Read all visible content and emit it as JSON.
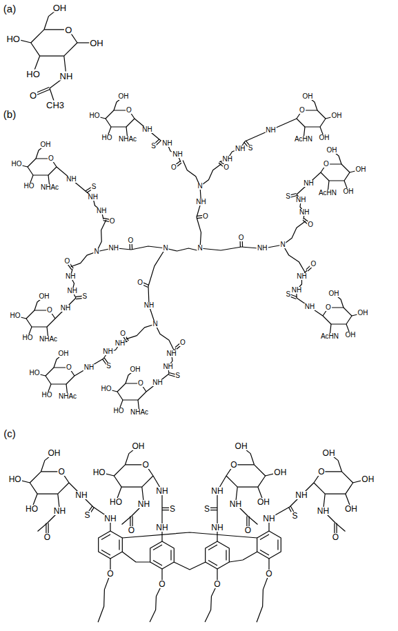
{
  "diagram": {
    "labels": [
      "(a)",
      "OH",
      "HO",
      "HO",
      "O",
      "NH",
      "OH",
      "O",
      "CH3",
      "(b)",
      "N",
      "N",
      "O",
      "NH",
      "N",
      "O",
      "NH",
      "NH",
      "S",
      "NH",
      "OH",
      "HO",
      "HO",
      "O",
      "NHAc",
      "O",
      "NH",
      "NH",
      "S",
      "NH",
      "OH",
      "OH",
      "OH",
      "O",
      "AcHN",
      "O",
      "NH",
      "N",
      "O",
      "NH",
      "NH",
      "S",
      "NH",
      "OH",
      "HO",
      "HO",
      "O",
      "NHAc",
      "O",
      "NH",
      "NH",
      "S",
      "NH",
      "OH",
      "HO",
      "HO",
      "O",
      "NHAc",
      "O",
      "NH",
      "N",
      "O",
      "NH",
      "NH",
      "S",
      "NH",
      "OH",
      "OH",
      "OH",
      "O",
      "AcHN",
      "O",
      "NH",
      "NH",
      "S",
      "NH",
      "OH",
      "OH",
      "OH",
      "O",
      "AcHN",
      "O",
      "NH",
      "N",
      "O",
      "NH",
      "NH",
      "S",
      "NH",
      "OH",
      "HO",
      "HO",
      "O",
      "NHAc",
      "O",
      "NH",
      "NH",
      "S",
      "NH",
      "OH",
      "HO",
      "HO",
      "O",
      "NHAc",
      "(c)",
      "NH",
      "S",
      "NH",
      "OH",
      "HO",
      "HO",
      "O",
      "NH",
      "O",
      "NH",
      "S",
      "NH",
      "OH",
      "HO",
      "HO",
      "O",
      "NH",
      "O",
      "NH",
      "S",
      "NH",
      "OH",
      "OH",
      "OH",
      "O",
      "NH",
      "O",
      "NH",
      "S",
      "NH",
      "OH",
      "OH",
      "OH",
      "O",
      "NH",
      "O",
      "O",
      "O",
      "O",
      "O"
    ]
  }
}
